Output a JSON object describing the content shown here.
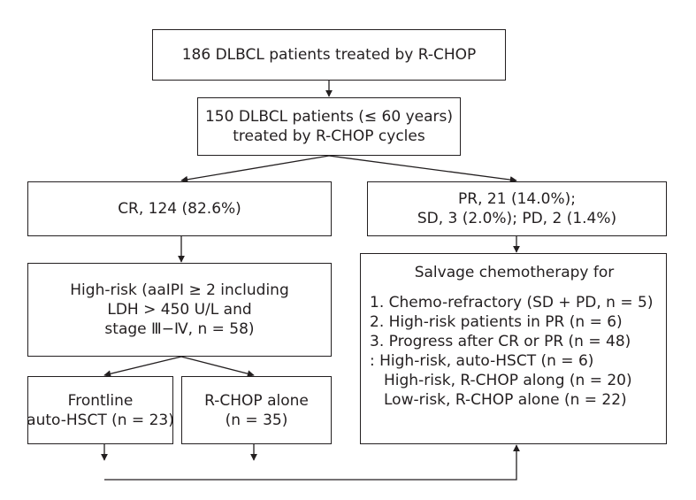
{
  "boxes": {
    "top": "186 DLBCL patients treated by R-CHOP",
    "young": {
      "line1": "150 DLBCL patients (≤ 60 years)",
      "line2": "treated by R-CHOP cycles"
    },
    "cr": "CR, 124 (82.6%)",
    "pr": {
      "line1": "PR, 21 (14.0%);",
      "line2": "SD, 3 (2.0%); PD, 2 (1.4%)"
    },
    "high_risk": {
      "line1": "High-risk (aaIPI ≥ 2 including",
      "line2": "LDH > 450 U/L and",
      "line3": "stage Ⅲ−Ⅳ, n = 58)"
    },
    "frontline": {
      "line1": "Frontline",
      "line2": "auto-HSCT (n = 23)"
    },
    "rchop_alone": {
      "line1": "R-CHOP alone",
      "line2": "(n = 35)"
    },
    "salvage": {
      "title": "Salvage chemotherapy for",
      "items": [
        "1. Chemo-refractory (SD + PD, n = 5)",
        "2. High-risk patients in PR (n = 6)",
        "3. Progress after CR or PR (n = 48)"
      ],
      "subitems": [
        ": High-risk, auto-HSCT (n = 6)",
        "High-risk, R-CHOP along (n = 20)",
        "Low-risk, R-CHOP alone (n = 22)"
      ]
    }
  }
}
